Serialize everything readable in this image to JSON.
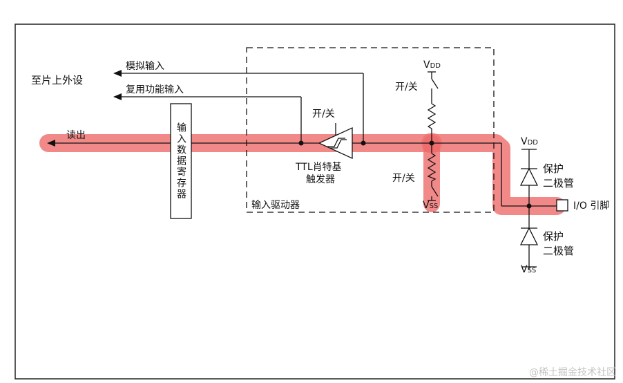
{
  "labels": {
    "to_peripheral": "至片上外设",
    "analog_input": "模拟输入",
    "alt_func_input": "复用功能输入",
    "read_out": "读出",
    "input_data_register": "输入数据寄存器",
    "switch_top": "开/关",
    "ttl_line1": "TTL肖特基",
    "ttl_line2": "触发器",
    "input_driver": "输入驱动器",
    "switch_pullup": "开/关",
    "switch_pulldown": "开/关",
    "vdd_main": "V",
    "vdd_main_sub": "DD",
    "vss_main": "V",
    "vss_main_sub": "SS",
    "vdd_prot": "V",
    "vdd_prot_sub": "DD",
    "vss_prot": "V",
    "vss_prot_sub": "SS",
    "protect_diode_top_1": "保护",
    "protect_diode_top_2": "二极管",
    "protect_diode_bot_1": "保护",
    "protect_diode_bot_2": "二极管",
    "io_pin": "I/O 引脚"
  },
  "watermark": "@稀土掘金技术社区",
  "colors": {
    "highlight": "#ef6b6b",
    "line": "#111111"
  }
}
